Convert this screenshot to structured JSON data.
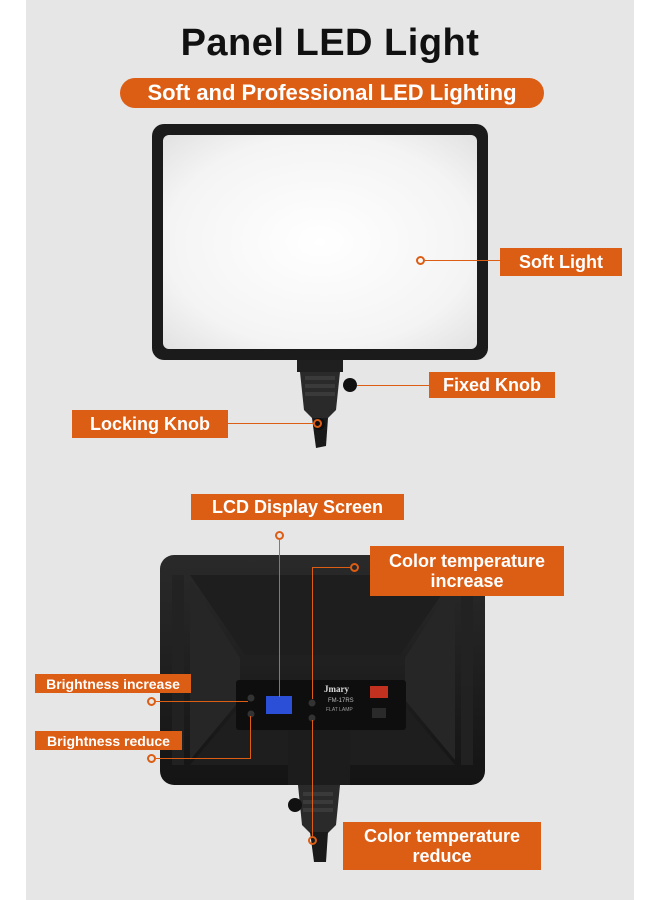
{
  "header": {
    "title": "Panel LED Light",
    "subtitle": "Soft and Professional LED Lighting"
  },
  "front_view": {
    "labels": {
      "soft_light": "Soft Light",
      "fixed_knob": "Fixed Knob",
      "locking_knob": "Locking Knob"
    }
  },
  "back_view": {
    "labels": {
      "lcd_display_screen": "LCD Display Screen",
      "color_temp_increase_line1": "Color temperature",
      "color_temp_increase_line2": "increase",
      "brightness_increase": "Brightness increase",
      "brightness_reduce": "Brightness reduce",
      "color_temp_reduce_line1": "Color temperature",
      "color_temp_reduce_line2": "reduce"
    },
    "device_text": {
      "brand": "Jmary",
      "model": "FM-17RS",
      "product_type": "FLAT LAMP"
    }
  },
  "colors": {
    "accent": "#dc5d14",
    "background": "#e6e6e6",
    "panel_frame": "#1a1a1a",
    "panel_diffuser": "#f3f3f3"
  }
}
